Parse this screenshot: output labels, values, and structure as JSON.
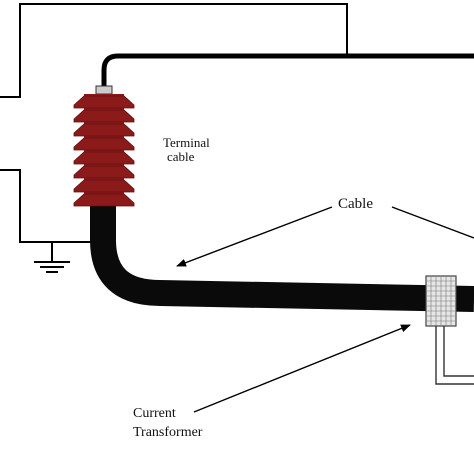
{
  "labels": {
    "terminal_line1": "Terminal",
    "terminal_line2": "cable",
    "cable": "Cable",
    "ct_line1": "Current",
    "ct_line2": "Transformer"
  },
  "colors": {
    "insulator": "#8b1a1a",
    "insulator_dark": "#5e0f0f",
    "cable": "#0a0a0a",
    "wire": "#000000",
    "ct_fill": "#e6e6e6"
  },
  "icons": {
    "ground": "ground-symbol-icon",
    "insulator": "bushing-insulator-icon",
    "current_transformer": "current-transformer-icon"
  }
}
